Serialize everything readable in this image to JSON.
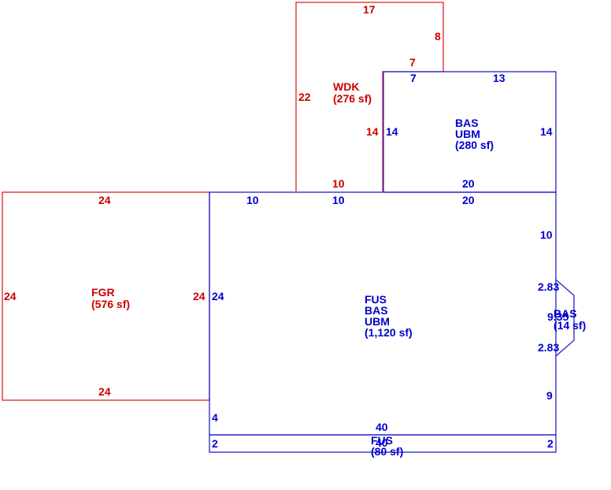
{
  "colors": {
    "red": "#cc0000",
    "blue": "#0000cc"
  },
  "areas": {
    "wdk": {
      "code": "WDK",
      "area": "(276 sf)"
    },
    "bas_top": {
      "code1": "BAS",
      "code2": "UBM",
      "area": "(280 sf)"
    },
    "fgr": {
      "code": "FGR",
      "area": "(576 sf)"
    },
    "main": {
      "code1": "FUS",
      "code2": "BAS",
      "code3": "UBM",
      "area": "(1,120 sf)"
    },
    "bay": {
      "code": "BAS",
      "area": "(14 sf)"
    },
    "strip": {
      "code": "FUS",
      "area": "(80 sf)"
    }
  },
  "dims": {
    "wdk_top": "17",
    "wdk_right": "8",
    "wdk_step": "7",
    "wdk_left": "22",
    "wdk_inner": "14",
    "wdk_bottom": "10",
    "bas_top_left_top": "7",
    "bas_top_top": "13",
    "bas_top_left": "14",
    "bas_top_right": "14",
    "bas_top_bottom": "20",
    "fgr_top": "24",
    "fgr_left": "24",
    "fgr_right": "24",
    "fgr_bottom": "24",
    "main_top_left": "10",
    "main_top_mid": "10",
    "main_top_right": "20",
    "main_left": "24",
    "main_right_upper": "10",
    "bay_upper": "2.83",
    "bay_mid": "9.35",
    "bay_lower": "2.83",
    "main_right_lower": "9",
    "main_left_lower": "4",
    "main_bottom": "40",
    "strip_left": "2",
    "strip_right": "2",
    "strip_bottom": "40"
  }
}
